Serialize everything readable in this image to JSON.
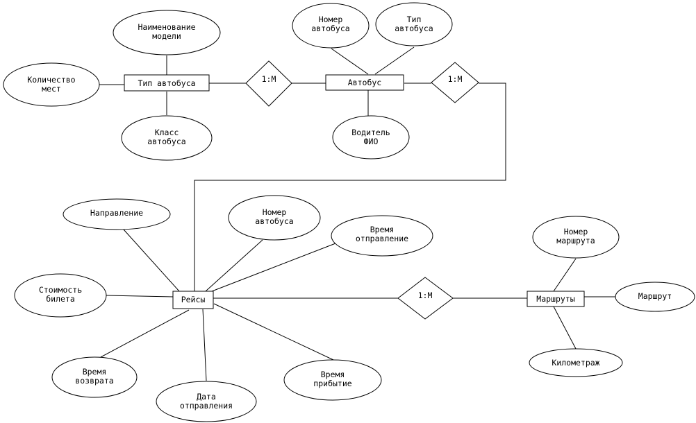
{
  "entities": {
    "bus_type": "Тип автобуса",
    "bus": "Автобус",
    "trips": "Рейсы",
    "routes": "Маршруты"
  },
  "relationships": {
    "bustype_bus": "1:M",
    "bus_trips": "1:M",
    "trips_routes": "1:M"
  },
  "attributes": {
    "model_name": [
      "Наименование",
      "модели"
    ],
    "seat_count": [
      "Количество",
      "мест"
    ],
    "bus_class": [
      "Класс",
      "автобуса"
    ],
    "bus_number": [
      "Номер",
      "автобуса"
    ],
    "bus_type": [
      "Тип",
      "автобуса"
    ],
    "driver": [
      "Водитель",
      "ФИО"
    ],
    "direction": [
      "Направление"
    ],
    "trip_bus_number": [
      "Номер",
      "автобуса"
    ],
    "departure_time": [
      "Время",
      "отправление"
    ],
    "ticket_price": [
      "Стоимость",
      "билета"
    ],
    "return_time": [
      "Время",
      "возврата"
    ],
    "departure_date": [
      "Дата",
      "отправления"
    ],
    "arrival_time": [
      "Время",
      "прибытие"
    ],
    "route_number": [
      "Номер",
      "маршрута"
    ],
    "route": [
      "Маршрут"
    ],
    "mileage": [
      "Километраж"
    ]
  }
}
